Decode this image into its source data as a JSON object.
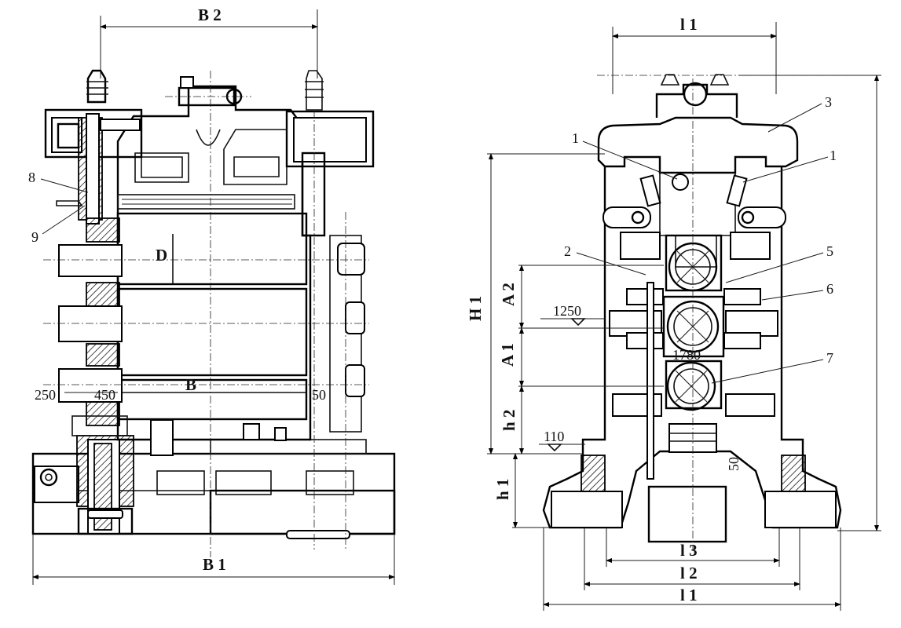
{
  "left_view": {
    "dims": {
      "B2": "B 2",
      "B1": "B 1",
      "B": "B",
      "D": "D",
      "d250": "250",
      "d450": "450",
      "d50": "50"
    },
    "parts": {
      "p8": "8",
      "p9": "9"
    }
  },
  "right_view": {
    "dims": {
      "l1_top": "l 1",
      "l1_bottom": "l 1",
      "l2": "l 2",
      "l3": "l 3",
      "H1": "H 1",
      "A2": "A 2",
      "A1": "A 1",
      "h2": "h 2",
      "h1": "h 1",
      "e1250": "1250",
      "e1780": "1780",
      "e110": "110",
      "d50": "50"
    },
    "parts": {
      "p3": "3",
      "p1a": "1",
      "p1b": "1",
      "p2": "2",
      "p5": "5",
      "p6": "6",
      "p7": "7"
    }
  }
}
